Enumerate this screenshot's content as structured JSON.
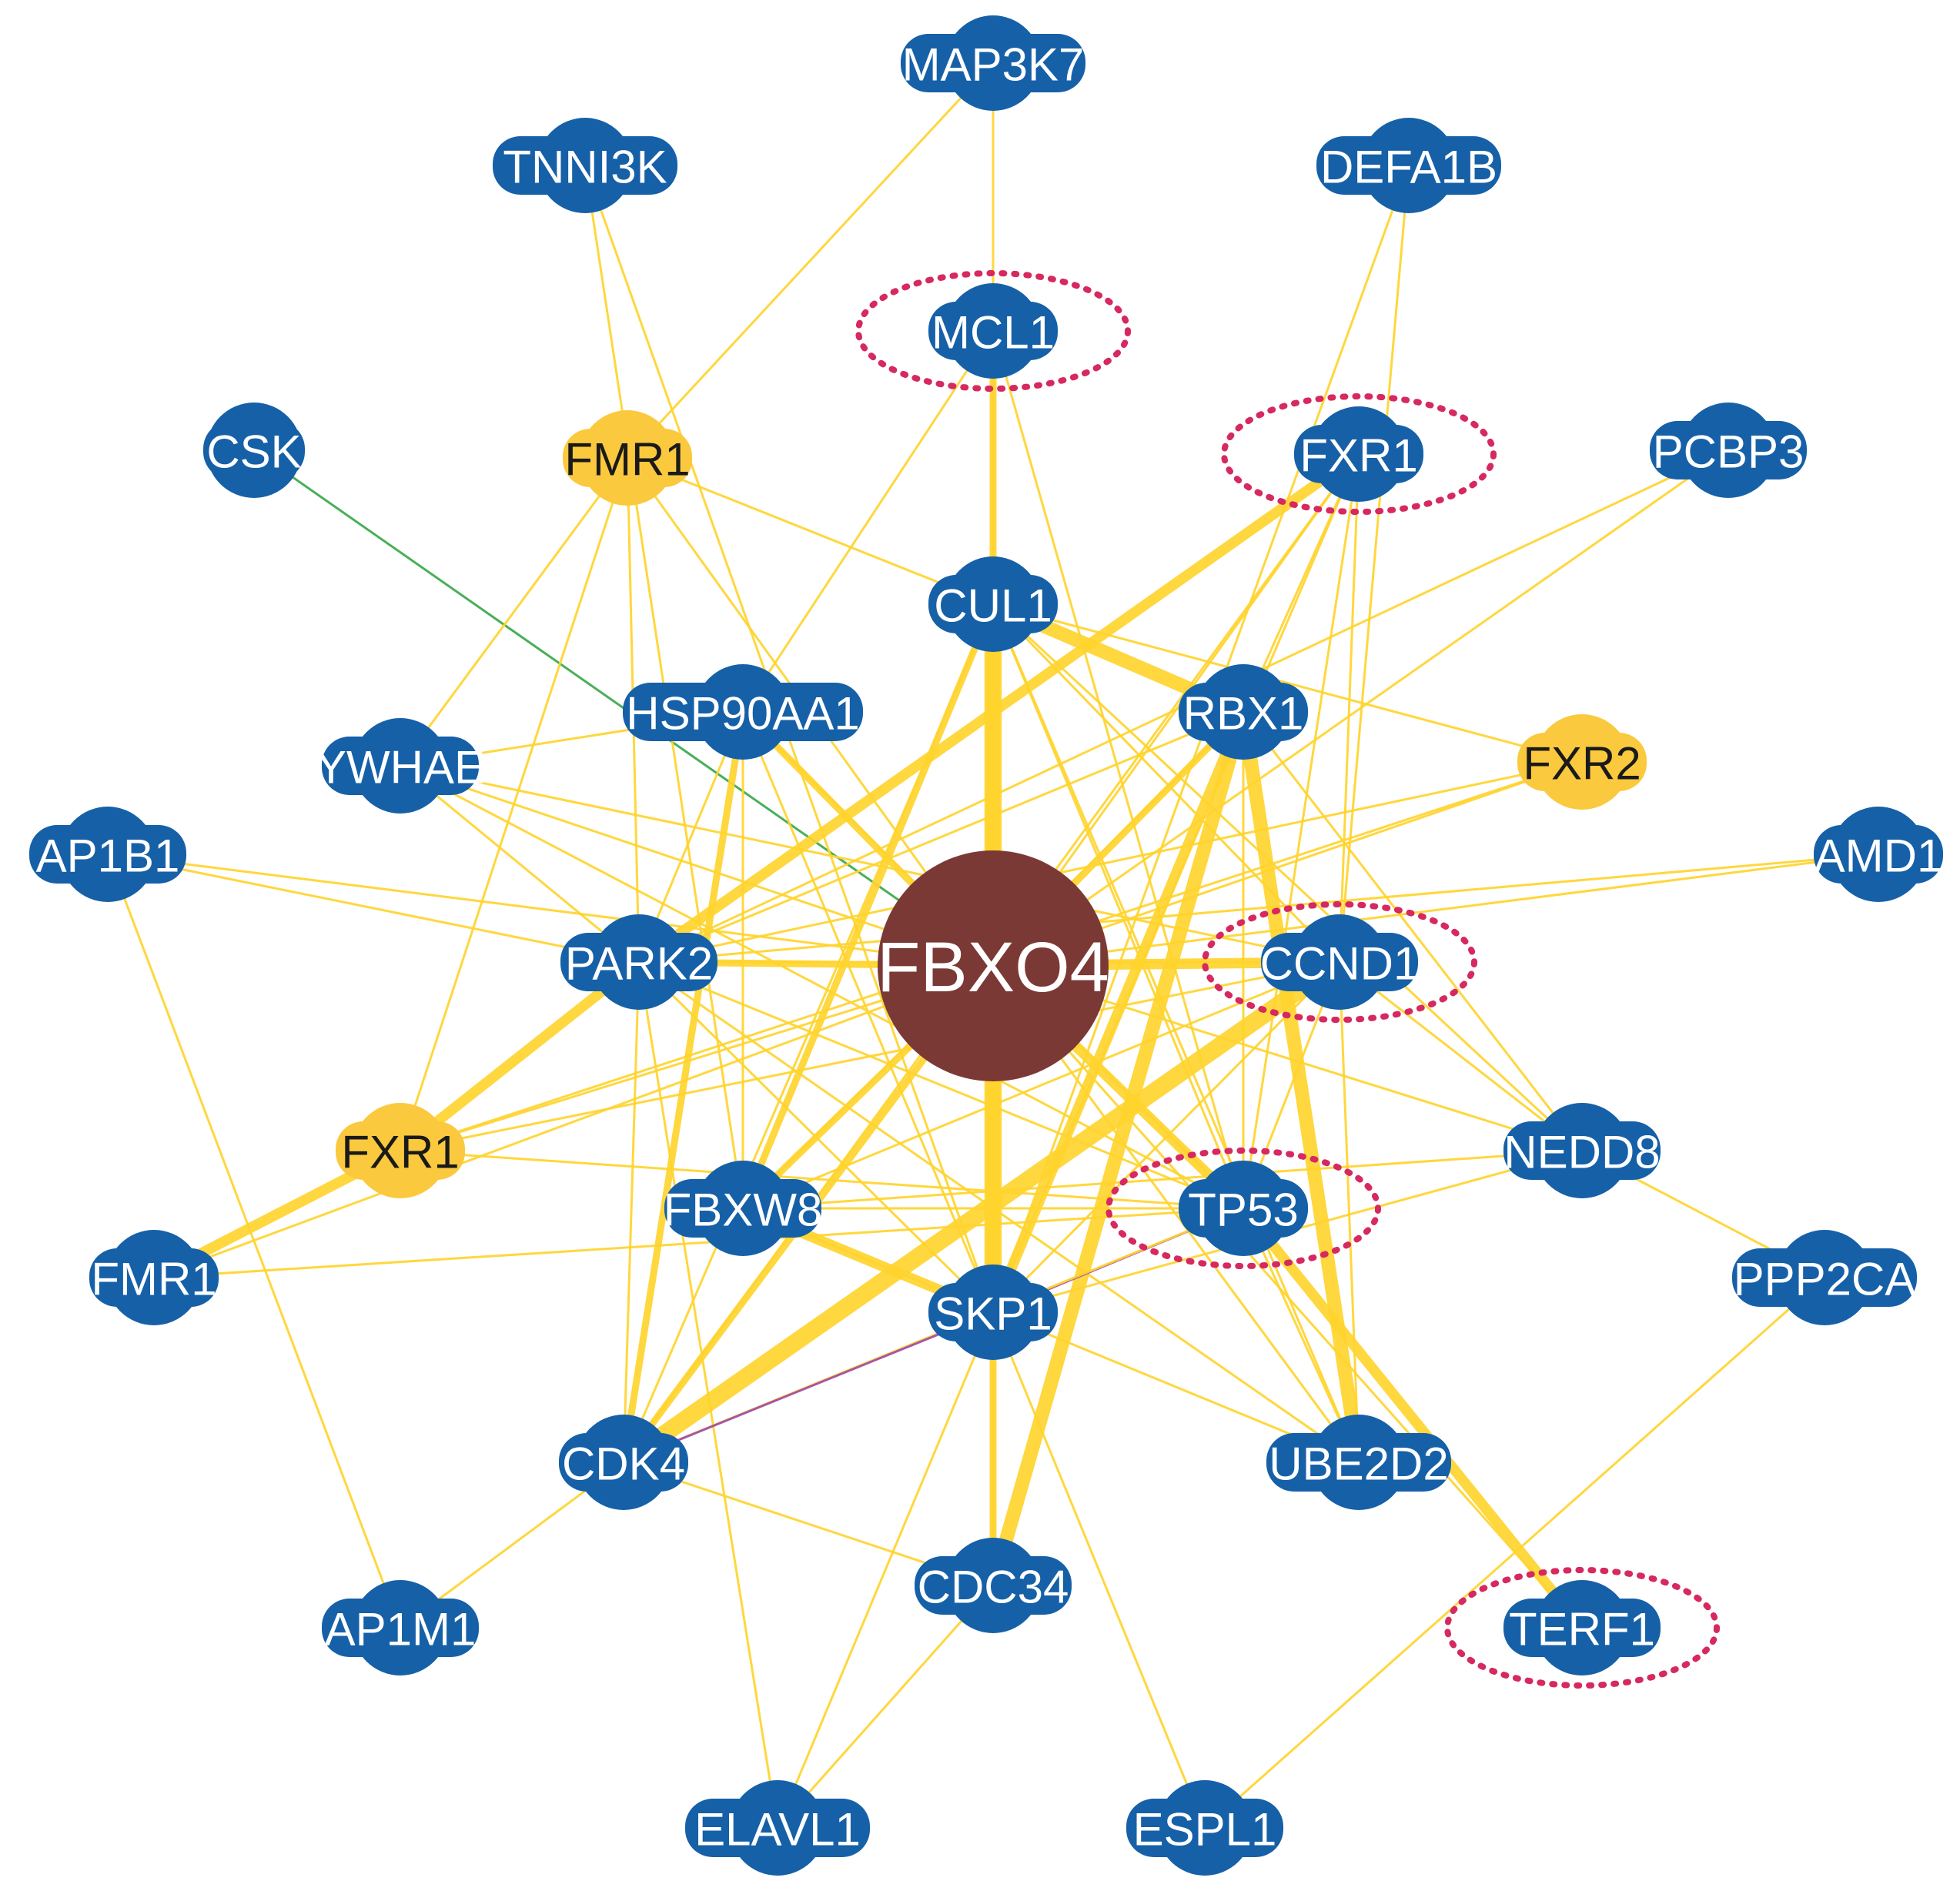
{
  "diagram": {
    "type": "protein interaction network",
    "colors": {
      "background": "#ffffff",
      "node_default": "#1660a8",
      "node_hub": "#7b3935",
      "node_highlight": "#fbc93d",
      "label_light": "#ffffff",
      "label_dark": "#1a1a1a",
      "edge_default": "#ffd42e",
      "edge_green": "#3aa84a",
      "edge_purple": "#a04aa8",
      "highlight_ring": "#d6295f"
    },
    "nodes": [
      {
        "id": "FBXO4",
        "label": "FBXO4",
        "kind": "hub"
      },
      {
        "id": "MAP3K7",
        "label": "MAP3K7",
        "kind": "default"
      },
      {
        "id": "TNNI3K",
        "label": "TNNI3K",
        "kind": "default"
      },
      {
        "id": "DEFA1B",
        "label": "DEFA1B",
        "kind": "default"
      },
      {
        "id": "MCL1",
        "label": "MCL1",
        "kind": "default",
        "circled": true
      },
      {
        "id": "CSK",
        "label": "CSK",
        "kind": "default"
      },
      {
        "id": "FMR1_a",
        "label": "FMR1",
        "kind": "highlight"
      },
      {
        "id": "FXR1_a",
        "label": "FXR1",
        "kind": "default",
        "circled": true
      },
      {
        "id": "PCBP3",
        "label": "PCBP3",
        "kind": "default"
      },
      {
        "id": "CUL1",
        "label": "CUL1",
        "kind": "default"
      },
      {
        "id": "HSP90AA1",
        "label": "HSP90AA1",
        "kind": "default"
      },
      {
        "id": "RBX1",
        "label": "RBX1",
        "kind": "default"
      },
      {
        "id": "YWHAE",
        "label": "YWHAE",
        "kind": "default"
      },
      {
        "id": "FXR2",
        "label": "FXR2",
        "kind": "highlight"
      },
      {
        "id": "AP1B1",
        "label": "AP1B1",
        "kind": "default"
      },
      {
        "id": "AMD1",
        "label": "AMD1",
        "kind": "default"
      },
      {
        "id": "PARK2",
        "label": "PARK2",
        "kind": "default"
      },
      {
        "id": "CCND1",
        "label": "CCND1",
        "kind": "default",
        "circled": true
      },
      {
        "id": "FXR1_b",
        "label": "FXR1",
        "kind": "highlight"
      },
      {
        "id": "NEDD8",
        "label": "NEDD8",
        "kind": "default"
      },
      {
        "id": "FBXW8",
        "label": "FBXW8",
        "kind": "default"
      },
      {
        "id": "TP53",
        "label": "TP53",
        "kind": "default",
        "circled": true
      },
      {
        "id": "FMR1_b",
        "label": "FMR1",
        "kind": "default"
      },
      {
        "id": "SKP1",
        "label": "SKP1",
        "kind": "default"
      },
      {
        "id": "PPP2CA",
        "label": "PPP2CA",
        "kind": "default"
      },
      {
        "id": "CDK4",
        "label": "CDK4",
        "kind": "default"
      },
      {
        "id": "UBE2D2",
        "label": "UBE2D2",
        "kind": "default"
      },
      {
        "id": "CDC34",
        "label": "CDC34",
        "kind": "default"
      },
      {
        "id": "AP1M1",
        "label": "AP1M1",
        "kind": "default"
      },
      {
        "id": "TERF1",
        "label": "TERF1",
        "kind": "default",
        "circled": true
      },
      {
        "id": "ELAVL1",
        "label": "ELAVL1",
        "kind": "default"
      },
      {
        "id": "ESPL1",
        "label": "ESPL1",
        "kind": "default"
      }
    ],
    "edges": [
      {
        "source": "FBXO4",
        "target": "CUL1",
        "weight": 5
      },
      {
        "source": "FBXO4",
        "target": "SKP1",
        "weight": 5
      },
      {
        "source": "FBXO4",
        "target": "RBX1",
        "weight": 2
      },
      {
        "source": "FBXO4",
        "target": "HSP90AA1",
        "weight": 2
      },
      {
        "source": "FBXO4",
        "target": "PARK2",
        "weight": 2
      },
      {
        "source": "FBXO4",
        "target": "CCND1",
        "weight": 3
      },
      {
        "source": "FBXO4",
        "target": "TP53",
        "weight": 3
      },
      {
        "source": "FBXO4",
        "target": "FBXW8",
        "weight": 2
      },
      {
        "source": "FBXO4",
        "target": "CDK4",
        "weight": 2
      },
      {
        "source": "FBXO4",
        "target": "MCL1",
        "weight": 1
      },
      {
        "source": "FBXO4",
        "target": "FXR1_a",
        "weight": 1
      },
      {
        "source": "FBXO4",
        "target": "FXR1_b",
        "weight": 1
      },
      {
        "source": "FBXO4",
        "target": "FMR1_a",
        "weight": 1
      },
      {
        "source": "FBXO4",
        "target": "FMR1_b",
        "weight": 1
      },
      {
        "source": "FBXO4",
        "target": "YWHAE",
        "weight": 1
      },
      {
        "source": "FBXO4",
        "target": "AP1B1",
        "weight": 1
      },
      {
        "source": "FBXO4",
        "target": "AMD1",
        "weight": 1
      },
      {
        "source": "FBXO4",
        "target": "FXR2",
        "weight": 1
      },
      {
        "source": "FBXO4",
        "target": "NEDD8",
        "weight": 1
      },
      {
        "source": "FBXO4",
        "target": "UBE2D2",
        "weight": 1
      },
      {
        "source": "FBXO4",
        "target": "CDC34",
        "weight": 1
      },
      {
        "source": "FBXO4",
        "target": "TERF1",
        "weight": 1
      },
      {
        "source": "FBXO4",
        "target": "PCBP3",
        "weight": 1
      },
      {
        "source": "FBXO4",
        "target": "CSK",
        "weight": 1,
        "color": "green"
      },
      {
        "source": "MAP3K7",
        "target": "MCL1",
        "weight": 1
      },
      {
        "source": "MAP3K7",
        "target": "FMR1_a",
        "weight": 1
      },
      {
        "source": "TNNI3K",
        "target": "FBXW8",
        "weight": 1
      },
      {
        "source": "DEFA1B",
        "target": "CCND1",
        "weight": 1
      },
      {
        "source": "MCL1",
        "target": "CUL1",
        "weight": 2
      },
      {
        "source": "MCL1",
        "target": "TP53",
        "weight": 1
      },
      {
        "source": "MCL1",
        "target": "HSP90AA1",
        "weight": 1
      },
      {
        "source": "FMR1_a",
        "target": "FXR1_b",
        "weight": 1
      },
      {
        "source": "FMR1_a",
        "target": "YWHAE",
        "weight": 1
      },
      {
        "source": "FMR1_a",
        "target": "CUL1",
        "weight": 1
      },
      {
        "source": "FMR1_a",
        "target": "PARK2",
        "weight": 1
      },
      {
        "source": "FXR1_a",
        "target": "PARK2",
        "weight": 3
      },
      {
        "source": "FXR1_a",
        "target": "RBX1",
        "weight": 1
      },
      {
        "source": "FXR1_a",
        "target": "CCND1",
        "weight": 1
      },
      {
        "source": "FXR1_a",
        "target": "TP53",
        "weight": 1
      },
      {
        "source": "FXR1_a",
        "target": "CDK4",
        "weight": 1
      },
      {
        "source": "FXR1_a",
        "target": "SKP1",
        "weight": 1
      },
      {
        "source": "PCBP3",
        "target": "PARK2",
        "weight": 1
      },
      {
        "source": "CUL1",
        "target": "RBX1",
        "weight": 4
      },
      {
        "source": "CUL1",
        "target": "SKP1",
        "weight": 4
      },
      {
        "source": "CUL1",
        "target": "FBXW8",
        "weight": 2
      },
      {
        "source": "CUL1",
        "target": "FXR2",
        "weight": 1
      },
      {
        "source": "CUL1",
        "target": "NEDD8",
        "weight": 1
      },
      {
        "source": "CUL1",
        "target": "CCND1",
        "weight": 1
      },
      {
        "source": "CUL1",
        "target": "CDK4",
        "weight": 1
      },
      {
        "source": "CUL1",
        "target": "UBE2D2",
        "weight": 1
      },
      {
        "source": "CUL1",
        "target": "TP53",
        "weight": 1
      },
      {
        "source": "HSP90AA1",
        "target": "CDK4",
        "weight": 2
      },
      {
        "source": "HSP90AA1",
        "target": "TP53",
        "weight": 1
      },
      {
        "source": "HSP90AA1",
        "target": "YWHAE",
        "weight": 1
      },
      {
        "source": "HSP90AA1",
        "target": "PARK2",
        "weight": 1
      },
      {
        "source": "HSP90AA1",
        "target": "FBXW8",
        "weight": 1
      },
      {
        "source": "HSP90AA1",
        "target": "SKP1",
        "weight": 1
      },
      {
        "source": "RBX1",
        "target": "SKP1",
        "weight": 3
      },
      {
        "source": "RBX1",
        "target": "CDC34",
        "weight": 4
      },
      {
        "source": "RBX1",
        "target": "UBE2D2",
        "weight": 4
      },
      {
        "source": "RBX1",
        "target": "NEDD8",
        "weight": 1
      },
      {
        "source": "RBX1",
        "target": "FBXW8",
        "weight": 1
      },
      {
        "source": "RBX1",
        "target": "PARK2",
        "weight": 1
      },
      {
        "source": "RBX1",
        "target": "TP53",
        "weight": 1
      },
      {
        "source": "YWHAE",
        "target": "PARK2",
        "weight": 1
      },
      {
        "source": "YWHAE",
        "target": "TP53",
        "weight": 1
      },
      {
        "source": "YWHAE",
        "target": "CCND1",
        "weight": 1
      },
      {
        "source": "FXR2",
        "target": "FXR1_b",
        "weight": 1
      },
      {
        "source": "FXR2",
        "target": "PARK2",
        "weight": 1
      },
      {
        "source": "AP1B1",
        "target": "AP1M1",
        "weight": 1
      },
      {
        "source": "AP1B1",
        "target": "PARK2",
        "weight": 1
      },
      {
        "source": "AMD1",
        "target": "PARK2",
        "weight": 1
      },
      {
        "source": "PARK2",
        "target": "FXR1_b",
        "weight": 3
      },
      {
        "source": "PARK2",
        "target": "CCND1",
        "weight": 1
      },
      {
        "source": "PARK2",
        "target": "TP53",
        "weight": 1
      },
      {
        "source": "PARK2",
        "target": "SKP1",
        "weight": 1
      },
      {
        "source": "PARK2",
        "target": "UBE2D2",
        "weight": 1
      },
      {
        "source": "PARK2",
        "target": "CDK4",
        "weight": 1
      },
      {
        "source": "PARK2",
        "target": "ELAVL1",
        "weight": 1
      },
      {
        "source": "CCND1",
        "target": "CDK4",
        "weight": 5
      },
      {
        "source": "CCND1",
        "target": "SKP1",
        "weight": 1
      },
      {
        "source": "CCND1",
        "target": "TP53",
        "weight": 1
      },
      {
        "source": "CCND1",
        "target": "NEDD8",
        "weight": 1
      },
      {
        "source": "CCND1",
        "target": "FBXW8",
        "weight": 1
      },
      {
        "source": "CCND1",
        "target": "UBE2D2",
        "weight": 1
      },
      {
        "source": "CCND1",
        "target": "FXR1_b",
        "weight": 1
      },
      {
        "source": "FXR1_b",
        "target": "FMR1_b",
        "weight": 3
      },
      {
        "source": "FXR1_b",
        "target": "TP53",
        "weight": 1
      },
      {
        "source": "NEDD8",
        "target": "PPP2CA",
        "weight": 1
      },
      {
        "source": "NEDD8",
        "target": "SKP1",
        "weight": 1
      },
      {
        "source": "NEDD8",
        "target": "FBXW8",
        "weight": 1
      },
      {
        "source": "FBXW8",
        "target": "SKP1",
        "weight": 3
      },
      {
        "source": "FBXW8",
        "target": "TP53",
        "weight": 1
      },
      {
        "source": "FBXW8",
        "target": "UBE2D2",
        "weight": 1
      },
      {
        "source": "TP53",
        "target": "TERF1",
        "weight": 3
      },
      {
        "source": "TP53",
        "target": "SKP1",
        "weight": 1,
        "color": "purple"
      },
      {
        "source": "TP53",
        "target": "UBE2D2",
        "weight": 1
      },
      {
        "source": "TP53",
        "target": "FMR1_b",
        "weight": 1
      },
      {
        "source": "TP53",
        "target": "CDK4",
        "weight": 1
      },
      {
        "source": "SKP1",
        "target": "CDC34",
        "weight": 2
      },
      {
        "source": "SKP1",
        "target": "CDK4",
        "weight": 1,
        "color": "purple"
      },
      {
        "source": "SKP1",
        "target": "ESPL1",
        "weight": 1
      },
      {
        "source": "SKP1",
        "target": "ELAVL1",
        "weight": 1
      },
      {
        "source": "PPP2CA",
        "target": "ESPL1",
        "weight": 1
      },
      {
        "source": "CDK4",
        "target": "AP1M1",
        "weight": 1
      },
      {
        "source": "CDK4",
        "target": "CDC34",
        "weight": 1
      },
      {
        "source": "CDC34",
        "target": "ELAVL1",
        "weight": 1
      },
      {
        "source": "TNNI3K",
        "target": "SKP1",
        "weight": 1
      },
      {
        "source": "DEFA1B",
        "target": "SKP1",
        "weight": 1
      }
    ]
  }
}
